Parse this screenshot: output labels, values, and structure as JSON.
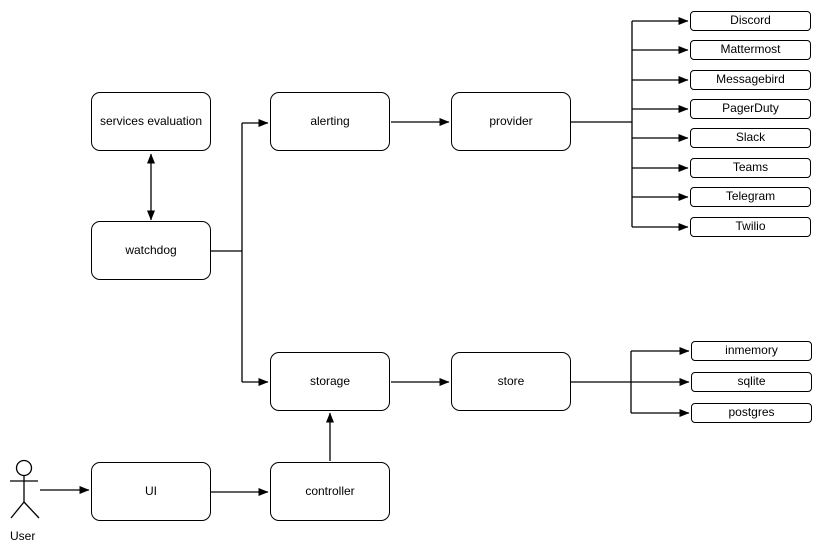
{
  "nodes": {
    "services_evaluation": {
      "label": "services evaluation"
    },
    "watchdog": {
      "label": "watchdog"
    },
    "alerting": {
      "label": "alerting"
    },
    "provider": {
      "label": "provider"
    },
    "storage": {
      "label": "storage"
    },
    "store": {
      "label": "store"
    },
    "ui": {
      "label": "UI"
    },
    "controller": {
      "label": "controller"
    }
  },
  "provider_targets": [
    "Discord",
    "Mattermost",
    "Messagebird",
    "PagerDuty",
    "Slack",
    "Teams",
    "Telegram",
    "Twilio"
  ],
  "store_targets": [
    "inmemory",
    "sqlite",
    "postgres"
  ],
  "actor": {
    "label": "User"
  },
  "colors": {
    "stroke": "#000000",
    "canvas_background": "#ffffff",
    "node_fill": "#ffffff",
    "text": "#000000"
  }
}
